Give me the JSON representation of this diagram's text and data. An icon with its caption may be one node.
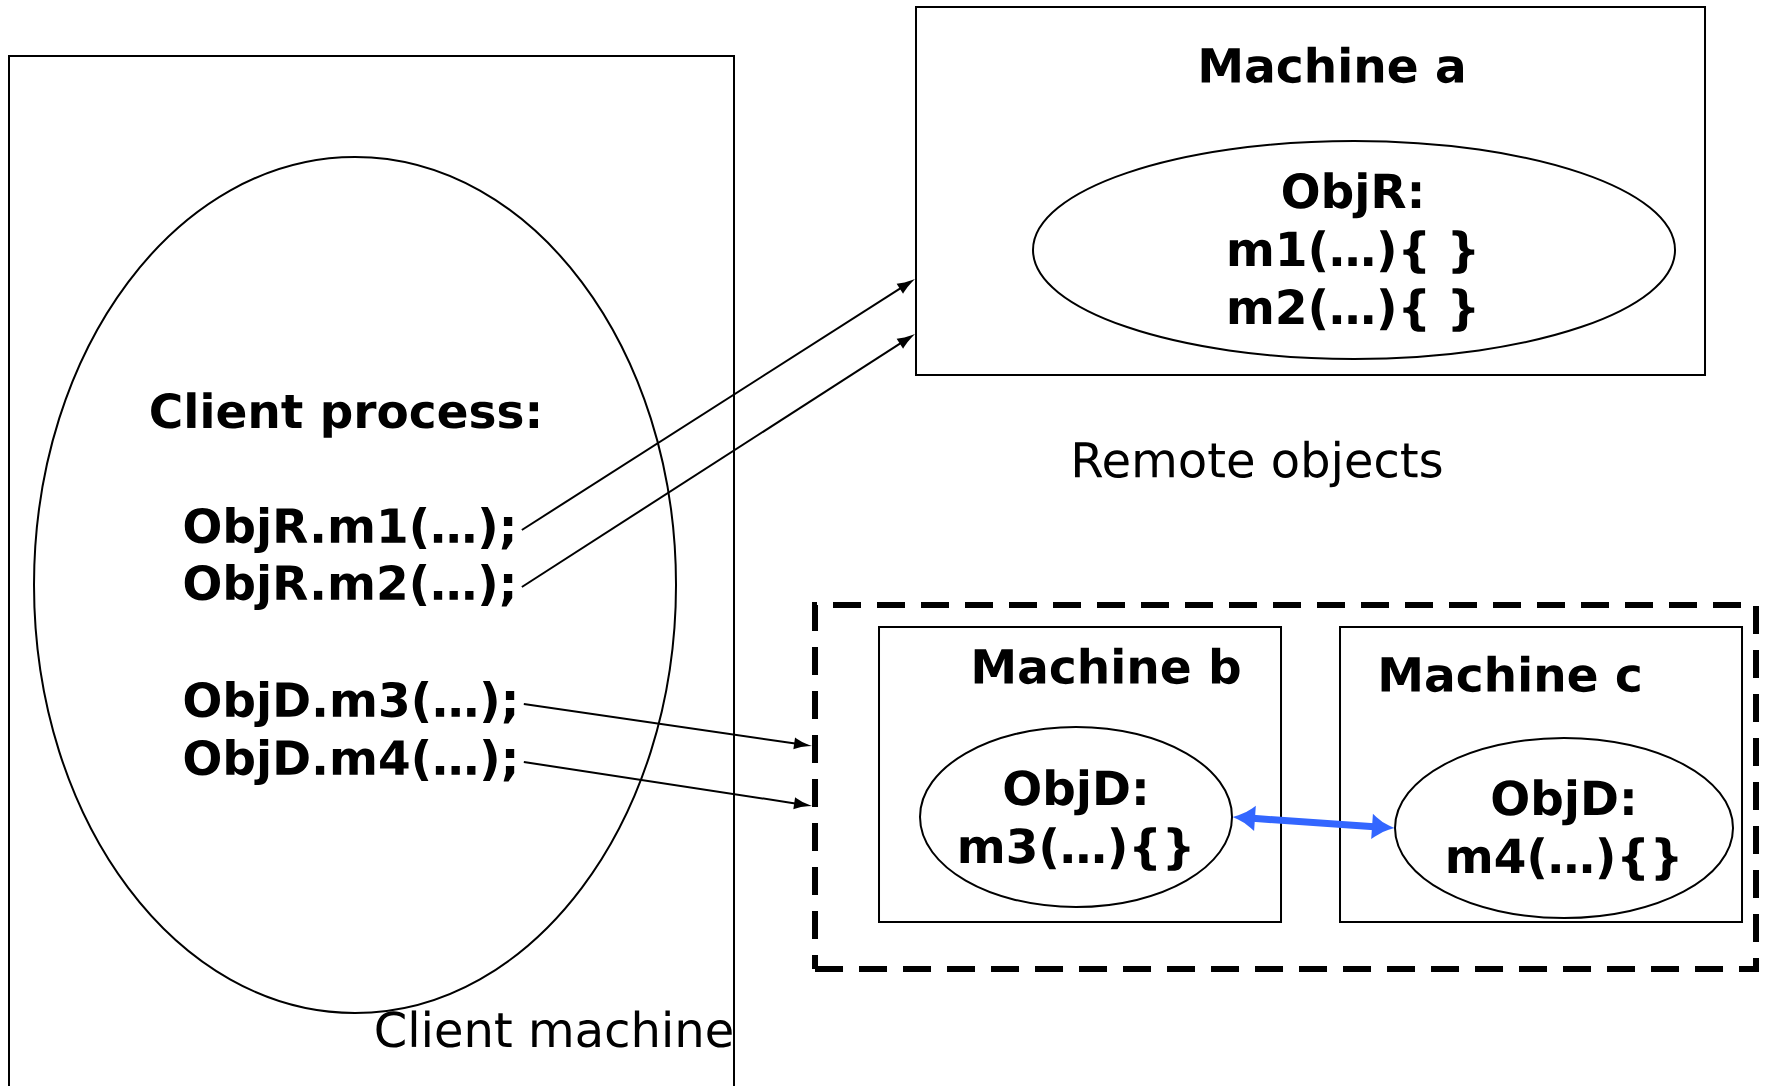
{
  "diagram": {
    "nodes": [
      {
        "text": [
          "Client machine"
        ]
      },
      {
        "text": [
          "Client process:"
        ],
        "in": 0
      },
      {
        "text": [
          "ObjR.m1(…);"
        ],
        "in": 1
      },
      {
        "text": [
          "ObjR.m2(…);"
        ],
        "in": 1
      },
      {
        "text": [
          "ObjD.m3(…);"
        ],
        "in": 1
      },
      {
        "text": [
          "ObjD.m4(…);"
        ],
        "in": 1
      },
      {
        "text": [
          "Machine a"
        ]
      },
      {
        "text": [
          "ObjR: m1(…){ } m2(…){ }"
        ],
        "in": 6
      },
      {
        "text": [],
        "shape": "box"
      },
      {
        "text": [
          "Machine b"
        ],
        "in": 8
      },
      {
        "text": [
          "ObjD: m3(…){}"
        ],
        "in": 9
      },
      {
        "text": [
          "Machine c"
        ],
        "in": 8
      },
      {
        "text": [
          "ObjD: m4(…){}"
        ],
        "in": 11
      }
    ],
    "edges": [
      {
        "from": 2,
        "to": 6,
        "arrow": "to"
      },
      {
        "from": 3,
        "to": 6,
        "arrow": "to"
      },
      {
        "from": 4,
        "to": 8,
        "arrow": "to"
      },
      {
        "from": 5,
        "to": 8,
        "arrow": "to"
      },
      {
        "from": 10,
        "to": 12,
        "arrow": "both",
        "style": "thick",
        "color": "#3366ff"
      }
    ],
    "labels": [
      "Remote objects"
    ]
  }
}
